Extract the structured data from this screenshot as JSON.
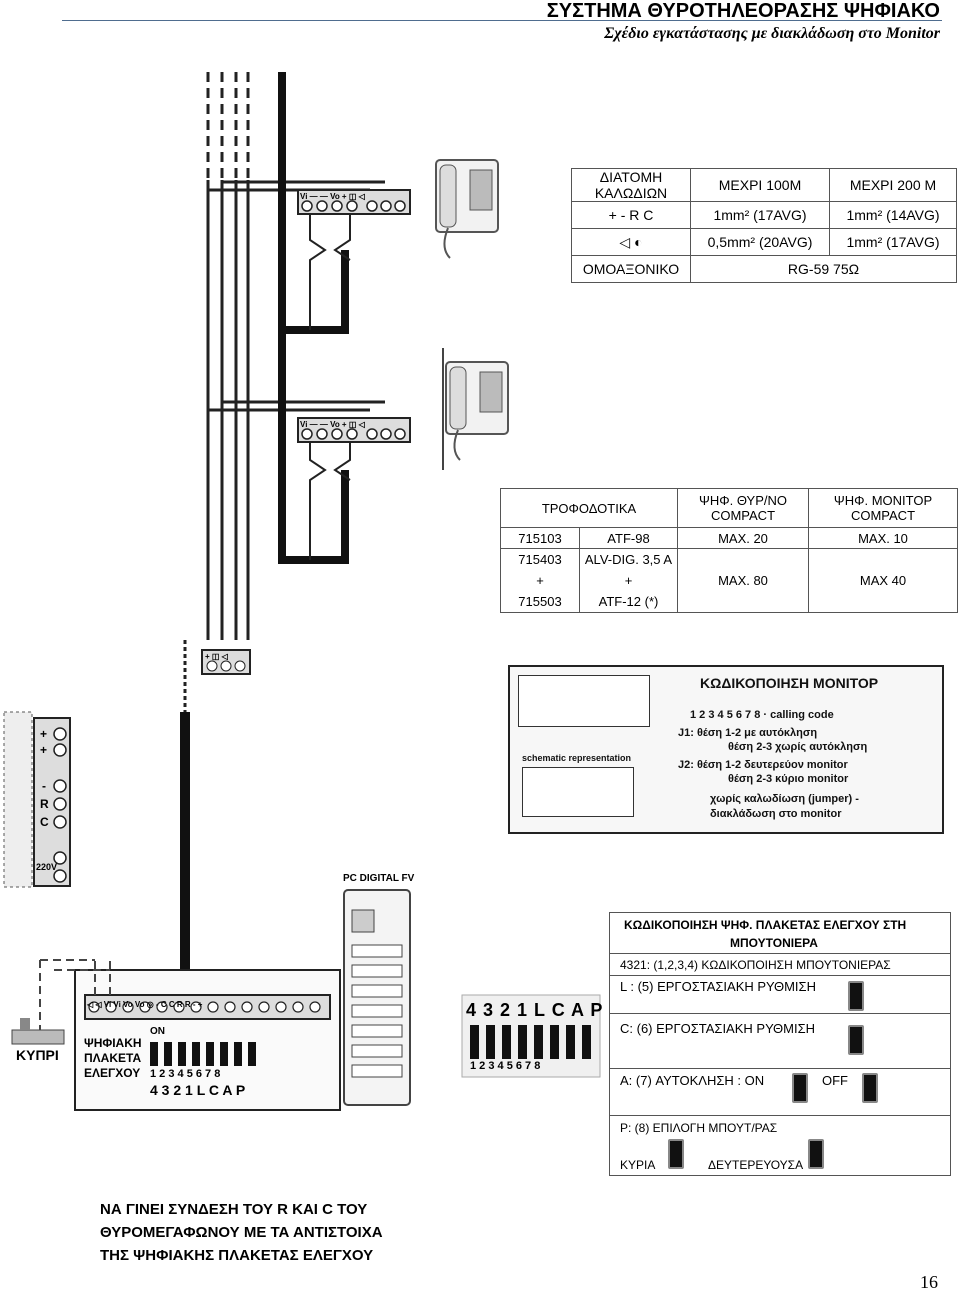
{
  "header": {
    "title": "ΣΥΣΤΗΜΑ ΘΥΡΟΤΗΛΕΟΡΑΣΗΣ ΨΗΦΙΑΚΟ",
    "subtitle": "Σχέδιο εγκατάστασης με διακλάδωση στο Monitor"
  },
  "cable_table": {
    "col_section": "ΔΙΑΤΟΜΗ ΚΑΛΩΔΙΩΝ",
    "col_100": "ΜΕΧΡΙ 100Μ",
    "col_200": "ΜΕΧΡΙ 200 Μ",
    "row1_label": "+   -   R   C",
    "row1_100": "1mm² (17AVG)",
    "row1_200": "1mm² (14AVG)",
    "row2_100": "0,5mm² (20AVG)",
    "row2_200": "1mm² (17AVG)",
    "row3_label": "ΟΜΟΑΞΟΝΙΚΟ",
    "row3_value": "RG-59  75Ω"
  },
  "power_table": {
    "h1": "ΤΡΟΦΟΔΟΤΙΚΑ",
    "h2": "ΨΗΦ. ΘΥΡ/ΝΟ COMPACT",
    "h3": "ΨΗΦ. MONITOP COMPACT",
    "r1c1": "715103",
    "r1c2": "ATF-98",
    "r1c3": "MAX. 20",
    "r1c4": "MAX. 10",
    "r2c1a": "715403",
    "r2c1b": "+",
    "r2c1c": "715503",
    "r2c2a": "ALV-DIG. 3,5 A",
    "r2c2b": "+",
    "r2c2c": "ATF-12 (*)",
    "r2c3": "MAX. 80",
    "r2c4": "MAX 40"
  },
  "monitor_panel": {
    "title": "ΚΩΔΙΚΟΠΟΙΗΣΗ ΜΟΝΙΤΟΡ",
    "calling": "1 2 3 4 5 6 7 8 · calling code",
    "j1a": "J1:   θέση 1-2 με αυτόκληση",
    "j1b": "θέση 2-3 χωρίς αυτόκληση",
    "j2a": "J2:   θέση 1-2 δευτερεύον monitor",
    "j2b": "θέση 2-3 κύριο monitor",
    "foot1": "χωρίς καλωδίωση (jumper) -",
    "foot2": "διακλάδωση στο monitor",
    "schematic": "schematic representation"
  },
  "door_panel": {
    "pc_label": "PC DIGITAL FV",
    "board_l1": "ΨΗΦΙΑΚΗ",
    "board_l2": "ΠΛΑΚΕΤΑ",
    "board_l3": "ΕΛΕΓΧΟΥ",
    "on": "ON",
    "digits": "1 2 3 4 5 6 7 8",
    "letters": "4 3 2 1 L C A P",
    "lock": "ΚΥΠΡΙ",
    "strip_letters": "4 3 2 1 L C A P",
    "strip_digits": "1 2 3 4 5 6 7 8"
  },
  "code_box": {
    "title_a": "ΚΩΔΙΚΟΠΟΙΗΣΗ  ΨΗΦ. ΠΛΑΚΕΤΑΣ ΕΛΕΓΧΟΥ ΣΤΗ",
    "title_b": "ΜΠΟΥΤΟΝΙΕΡΑ",
    "line1": "4321: (1,2,3,4) ΚΩΔΙΚΟΠΟΙΗΣΗ ΜΠΟΥΤΟΝΙΕΡΑΣ",
    "line2": "L : (5) ΕΡΓΟΣΤΑΣΙΑΚΗ ΡΥΘΜΙΣΗ",
    "line3": "C: (6) ΕΡΓΟΣΤΑΣΙΑΚΗ ΡΥΘΜΙΣΗ",
    "line4": "A: (7) ΑΥΤΟΚΛΗΣΗ :  ON",
    "line4_off": "OFF",
    "line5": "P: (8) ΕΠΙΛΟΓΗ ΜΠΟΥΤ/ΡΑΣ",
    "main": "ΚΥΡΙΑ",
    "secondary": "ΔΕΥΤΕΡΕΥΟΥΣΑ"
  },
  "terminals": {
    "monitor": "Vi  —  —  Vo  +  ◫  ◁",
    "psu": "+  ◫  ◁",
    "side": [
      "+",
      "+",
      "-",
      "R",
      "C",
      "220V"
    ],
    "board": "◁ ◁ Vi Vi Vo Vo ◎ - C C R R - +"
  },
  "note": {
    "l1": "ΝΑ ΓΙΝΕΙ ΣΥΝΔΕΣΗ ΤΟΥ R ΚΑΙ C ΤΟΥ",
    "l2": "ΘΥΡΟΜΕΓΑΦΩΝΟΥ ΜΕ ΤΑ ΑΝΤΙΣΤΟΙΧΑ",
    "l3": "ΤΗΣ ΨΗΦΙΑΚΗΣ ΠΛΑΚΕΤΑΣ ΕΛΕΓΧΟΥ"
  },
  "page_number": "16"
}
